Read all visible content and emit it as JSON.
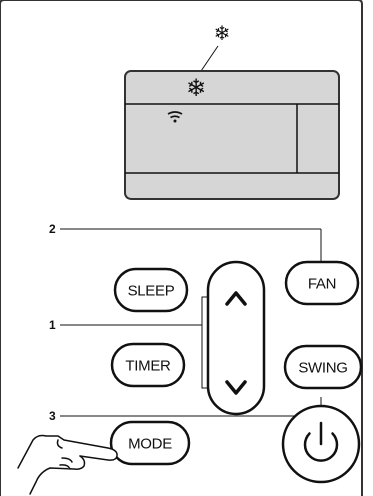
{
  "indicators": {
    "snowflake_top": "❄",
    "snowflake_display": "❄"
  },
  "buttons": {
    "sleep": "SLEEP",
    "timer": "TIMER",
    "mode": "MODE",
    "fan": "FAN",
    "swing": "SWING"
  },
  "callouts": {
    "one": "1",
    "two": "2",
    "three": "3"
  },
  "colors": {
    "display_fill": "#d6d6d6",
    "panel_border": "#333333",
    "line": "#111111"
  }
}
